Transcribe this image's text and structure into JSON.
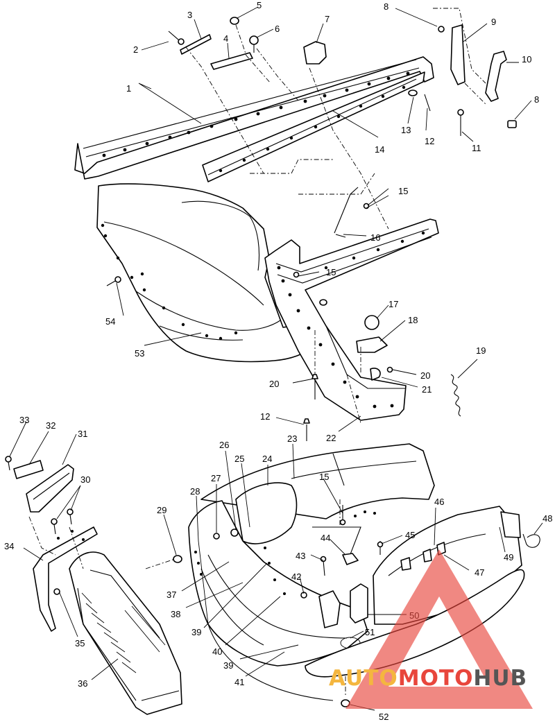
{
  "callouts": [
    {
      "n": "1"
    },
    {
      "n": "2"
    },
    {
      "n": "3"
    },
    {
      "n": "4"
    },
    {
      "n": "5"
    },
    {
      "n": "6"
    },
    {
      "n": "7"
    },
    {
      "n": "8"
    },
    {
      "n": "8"
    },
    {
      "n": "9"
    },
    {
      "n": "10"
    },
    {
      "n": "11"
    },
    {
      "n": "12"
    },
    {
      "n": "12"
    },
    {
      "n": "13"
    },
    {
      "n": "14"
    },
    {
      "n": "15"
    },
    {
      "n": "15"
    },
    {
      "n": "15"
    },
    {
      "n": "16"
    },
    {
      "n": "17"
    },
    {
      "n": "18"
    },
    {
      "n": "19"
    },
    {
      "n": "20"
    },
    {
      "n": "20"
    },
    {
      "n": "21"
    },
    {
      "n": "22"
    },
    {
      "n": "23"
    },
    {
      "n": "24"
    },
    {
      "n": "25"
    },
    {
      "n": "26"
    },
    {
      "n": "27"
    },
    {
      "n": "28"
    },
    {
      "n": "29"
    },
    {
      "n": "30"
    },
    {
      "n": "31"
    },
    {
      "n": "32"
    },
    {
      "n": "33"
    },
    {
      "n": "34"
    },
    {
      "n": "35"
    },
    {
      "n": "36"
    },
    {
      "n": "37"
    },
    {
      "n": "38"
    },
    {
      "n": "39"
    },
    {
      "n": "39"
    },
    {
      "n": "40"
    },
    {
      "n": "41"
    },
    {
      "n": "42"
    },
    {
      "n": "43"
    },
    {
      "n": "44"
    },
    {
      "n": "45"
    },
    {
      "n": "46"
    },
    {
      "n": "47"
    },
    {
      "n": "48"
    },
    {
      "n": "49"
    },
    {
      "n": "50"
    },
    {
      "n": "51"
    },
    {
      "n": "52"
    },
    {
      "n": "53"
    },
    {
      "n": "54"
    }
  ],
  "watermark": {
    "text_part1": "AUTO",
    "text_part2": "MOTO",
    "text_part3": "HUB",
    "color_primary": "#e8463c",
    "color_secondary": "#f4b63f",
    "color_dark": "#555555"
  }
}
